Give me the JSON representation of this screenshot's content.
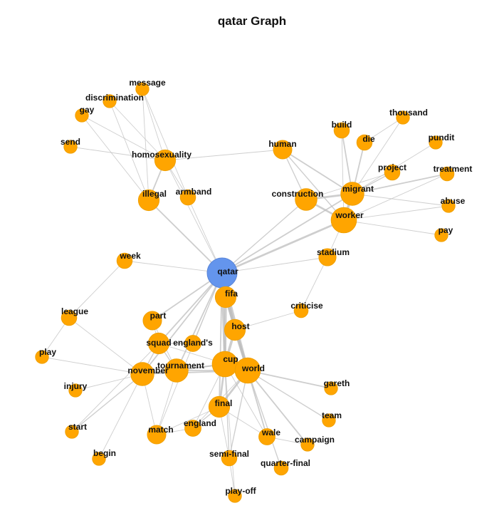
{
  "title": "qatar Graph",
  "colors": {
    "center": "#6495ED",
    "node": "#FFA500",
    "edge": "#BDBDBD",
    "label": "#111111"
  },
  "chart_data": {
    "type": "network",
    "center": "qatar",
    "nodes": [
      {
        "id": "qatar",
        "size": 5,
        "color": "center"
      },
      {
        "id": "fifa",
        "size": 3
      },
      {
        "id": "host",
        "size": 3
      },
      {
        "id": "cup",
        "size": 4
      },
      {
        "id": "world",
        "size": 4
      },
      {
        "id": "tournament",
        "size": 3.5
      },
      {
        "id": "november",
        "size": 3.5
      },
      {
        "id": "squad",
        "size": 3
      },
      {
        "id": "england's",
        "size": 2
      },
      {
        "id": "part",
        "size": 2.5
      },
      {
        "id": "final",
        "size": 3
      },
      {
        "id": "england",
        "size": 2
      },
      {
        "id": "match",
        "size": 2.5
      },
      {
        "id": "wale",
        "size": 2
      },
      {
        "id": "semi-final",
        "size": 1.8
      },
      {
        "id": "quarter-final",
        "size": 1.5
      },
      {
        "id": "play-off",
        "size": 1.3
      },
      {
        "id": "campaign",
        "size": 1.3
      },
      {
        "id": "team",
        "size": 1.3
      },
      {
        "id": "gareth",
        "size": 1.3
      },
      {
        "id": "criticise",
        "size": 1.5
      },
      {
        "id": "stadium",
        "size": 2.2
      },
      {
        "id": "worker",
        "size": 4
      },
      {
        "id": "migrant",
        "size": 3.5
      },
      {
        "id": "construction",
        "size": 3.2
      },
      {
        "id": "human",
        "size": 2.5
      },
      {
        "id": "build",
        "size": 1.8
      },
      {
        "id": "die",
        "size": 1.8
      },
      {
        "id": "thousand",
        "size": 1.3
      },
      {
        "id": "pundit",
        "size": 1.3
      },
      {
        "id": "project",
        "size": 1.8
      },
      {
        "id": "treatment",
        "size": 1.5
      },
      {
        "id": "abuse",
        "size": 1.3
      },
      {
        "id": "pay",
        "size": 1.3
      },
      {
        "id": "homosexuality",
        "size": 3
      },
      {
        "id": "illegal",
        "size": 3
      },
      {
        "id": "armband",
        "size": 1.8
      },
      {
        "id": "message",
        "size": 1.3
      },
      {
        "id": "discrimination",
        "size": 1.3
      },
      {
        "id": "gay",
        "size": 1.3
      },
      {
        "id": "send",
        "size": 1.3
      },
      {
        "id": "week",
        "size": 1.8
      },
      {
        "id": "league",
        "size": 1.8
      },
      {
        "id": "play",
        "size": 1.3
      },
      {
        "id": "injury",
        "size": 1.3
      },
      {
        "id": "start",
        "size": 1.3
      },
      {
        "id": "begin",
        "size": 1.3
      }
    ],
    "edges": [
      [
        "qatar",
        "fifa",
        4
      ],
      [
        "qatar",
        "host",
        4
      ],
      [
        "qatar",
        "cup",
        4
      ],
      [
        "qatar",
        "world",
        4
      ],
      [
        "qatar",
        "tournament",
        2
      ],
      [
        "qatar",
        "november",
        2
      ],
      [
        "qatar",
        "squad",
        2
      ],
      [
        "qatar",
        "part",
        2
      ],
      [
        "qatar",
        "final",
        2
      ],
      [
        "qatar",
        "worker",
        3
      ],
      [
        "qatar",
        "migrant",
        2
      ],
      [
        "qatar",
        "construction",
        1.5
      ],
      [
        "qatar",
        "illegal",
        2
      ],
      [
        "qatar",
        "homosexuality",
        1
      ],
      [
        "qatar",
        "armband",
        1
      ],
      [
        "qatar",
        "week",
        1
      ],
      [
        "qatar",
        "stadium",
        1
      ],
      [
        "qatar",
        "england's",
        1
      ],
      [
        "qatar",
        "match",
        1
      ],
      [
        "fifa",
        "host",
        3
      ],
      [
        "fifa",
        "cup",
        4
      ],
      [
        "fifa",
        "world",
        4
      ],
      [
        "host",
        "cup",
        4
      ],
      [
        "host",
        "world",
        4
      ],
      [
        "host",
        "criticise",
        1
      ],
      [
        "cup",
        "world",
        6
      ],
      [
        "cup",
        "tournament",
        2
      ],
      [
        "cup",
        "final",
        3
      ],
      [
        "cup",
        "england",
        1
      ],
      [
        "cup",
        "semi-final",
        1.5
      ],
      [
        "cup",
        "play-off",
        1
      ],
      [
        "cup",
        "november",
        2
      ],
      [
        "cup",
        "wale",
        1
      ],
      [
        "world",
        "final",
        3
      ],
      [
        "world",
        "tournament",
        2
      ],
      [
        "world",
        "gareth",
        2
      ],
      [
        "world",
        "team",
        1.5
      ],
      [
        "world",
        "campaign",
        2
      ],
      [
        "world",
        "wale",
        2
      ],
      [
        "world",
        "quarter-final",
        1.5
      ],
      [
        "world",
        "semi-final",
        1.5
      ],
      [
        "world",
        "november",
        2
      ],
      [
        "world",
        "squad",
        1
      ],
      [
        "world",
        "england",
        1
      ],
      [
        "tournament",
        "november",
        3
      ],
      [
        "tournament",
        "squad",
        1.5
      ],
      [
        "tournament",
        "part",
        1
      ],
      [
        "tournament",
        "match",
        1
      ],
      [
        "november",
        "squad",
        1.5
      ],
      [
        "november",
        "injury",
        1
      ],
      [
        "november",
        "start",
        1.5
      ],
      [
        "november",
        "play",
        1
      ],
      [
        "november",
        "league",
        1
      ],
      [
        "november",
        "begin",
        1
      ],
      [
        "november",
        "match",
        1
      ],
      [
        "squad",
        "england's",
        1.5
      ],
      [
        "squad",
        "part",
        1
      ],
      [
        "squad",
        "start",
        1
      ],
      [
        "final",
        "england",
        1.5
      ],
      [
        "final",
        "match",
        1
      ],
      [
        "final",
        "semi-final",
        1
      ],
      [
        "final",
        "wale",
        1
      ],
      [
        "england",
        "match",
        1
      ],
      [
        "wale",
        "campaign",
        1
      ],
      [
        "semi-final",
        "play-off",
        1
      ],
      [
        "worker",
        "migrant",
        4
      ],
      [
        "worker",
        "construction",
        3
      ],
      [
        "worker",
        "abuse",
        1
      ],
      [
        "worker",
        "pay",
        1
      ],
      [
        "worker",
        "treatment",
        1
      ],
      [
        "worker",
        "human",
        1.5
      ],
      [
        "worker",
        "stadium",
        1
      ],
      [
        "worker",
        "build",
        1
      ],
      [
        "migrant",
        "construction",
        3
      ],
      [
        "migrant",
        "human",
        2
      ],
      [
        "migrant",
        "die",
        2
      ],
      [
        "migrant",
        "build",
        2
      ],
      [
        "migrant",
        "thousand",
        1
      ],
      [
        "migrant",
        "pundit",
        1
      ],
      [
        "migrant",
        "project",
        1.5
      ],
      [
        "migrant",
        "treatment",
        2
      ],
      [
        "migrant",
        "abuse",
        1
      ],
      [
        "construction",
        "human",
        1.5
      ],
      [
        "construction",
        "project",
        1
      ],
      [
        "die",
        "thousand",
        1
      ],
      [
        "human",
        "homosexuality",
        1
      ],
      [
        "homosexuality",
        "illegal",
        2
      ],
      [
        "homosexuality",
        "gay",
        1
      ],
      [
        "homosexuality",
        "send",
        1
      ],
      [
        "homosexuality",
        "message",
        1
      ],
      [
        "homosexuality",
        "discrimination",
        1
      ],
      [
        "homosexuality",
        "armband",
        1
      ],
      [
        "illegal",
        "gay",
        1
      ],
      [
        "illegal",
        "discrimination",
        1
      ],
      [
        "illegal",
        "message",
        1
      ],
      [
        "armband",
        "message",
        1
      ],
      [
        "week",
        "league",
        1
      ],
      [
        "league",
        "play",
        1
      ],
      [
        "stadium",
        "criticise",
        1
      ]
    ]
  }
}
